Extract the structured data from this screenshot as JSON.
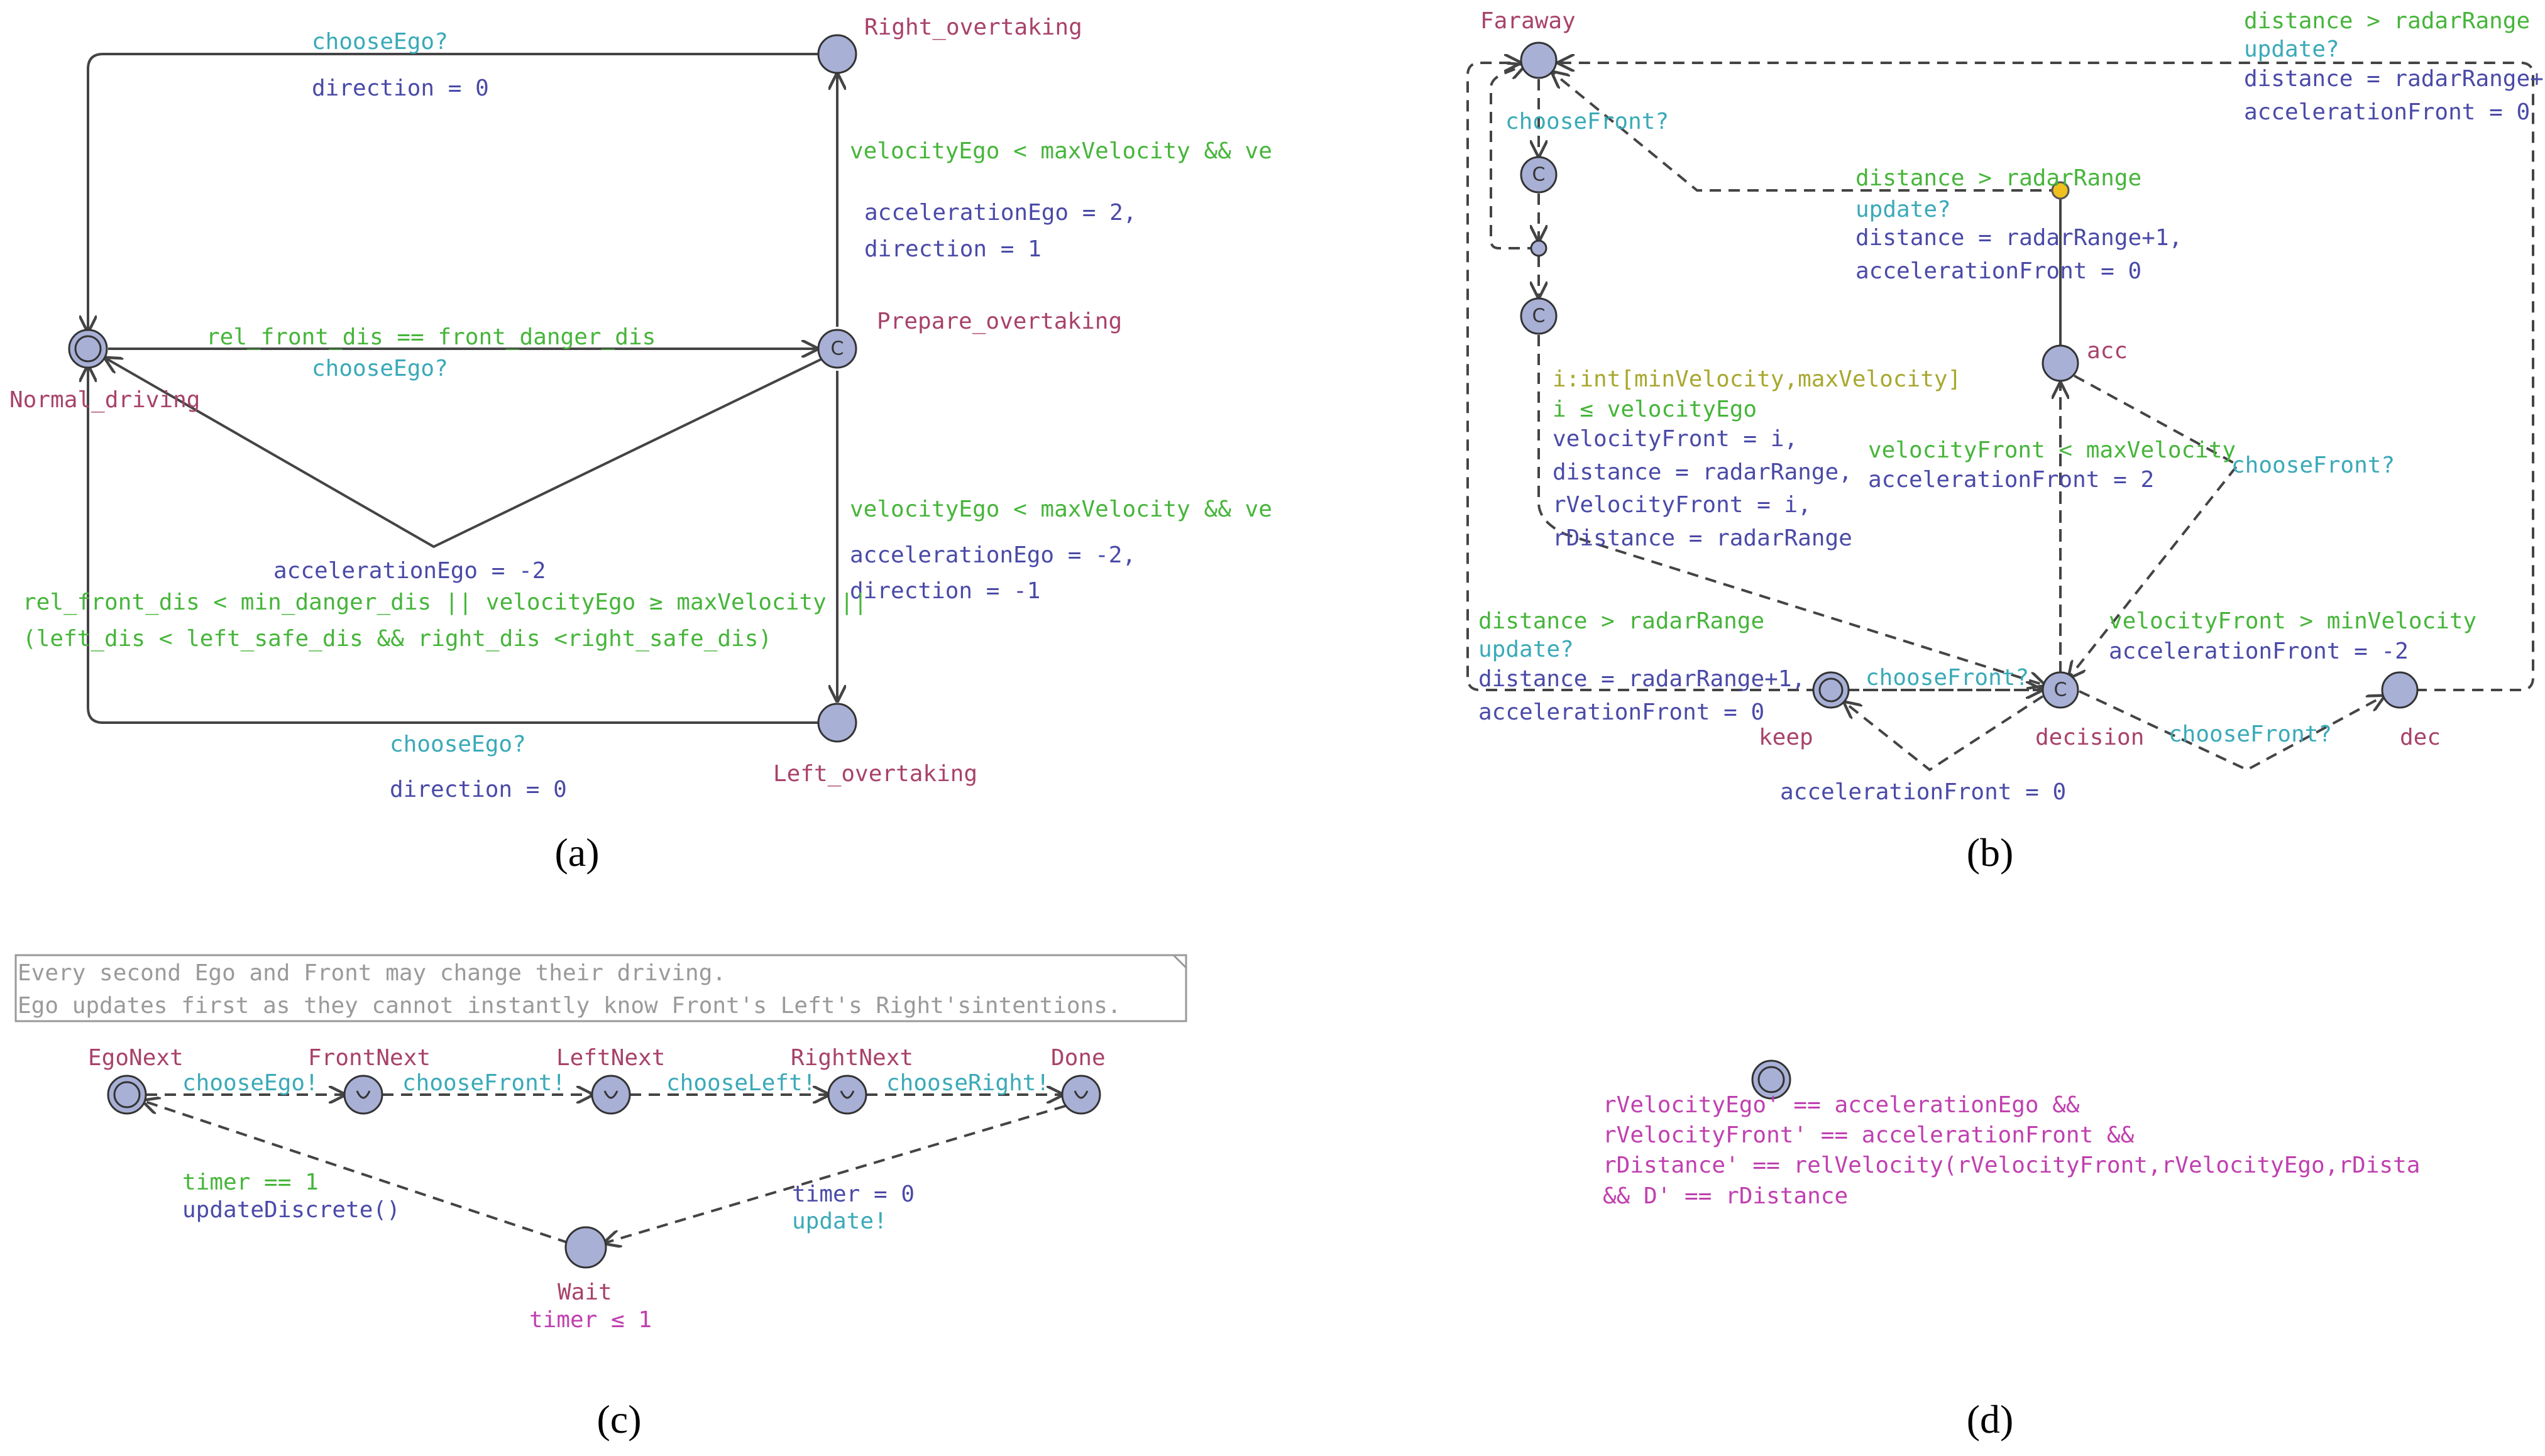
{
  "panel_a": {
    "caption": "(a)",
    "locations": {
      "right_overtaking": "Right_overtaking",
      "prepare_overtaking": "Prepare_overtaking",
      "normal_driving": "Normal_driving",
      "left_overtaking": "Left_overtaking"
    },
    "edges": {
      "top_sync": "chooseEgo?",
      "top_update": "direction = 0",
      "right_upper_guard": "velocityEgo < maxVelocity && ve",
      "right_upper_update1": "accelerationEgo = 2,",
      "right_upper_update2": "direction = 1",
      "middle_guard": "rel_front_dis == front_danger_dis",
      "middle_sync": "chooseEgo?",
      "right_lower_guard": "velocityEgo < maxVelocity && ve",
      "right_lower_update1": "accelerationEgo = -2,",
      "right_lower_update2": "direction = -1",
      "back_update": "accelerationEgo = -2",
      "back_guard1": "rel_front_dis < min_danger_dis ||  velocityEgo ≥ maxVelocity ||",
      "back_guard2": "(left_dis < left_safe_dis  && right_dis <right_safe_dis)",
      "bottom_sync": "chooseEgo?",
      "bottom_update": "direction = 0"
    }
  },
  "panel_b": {
    "caption": "(b)",
    "locations": {
      "faraway": "Faraway",
      "acc": "acc",
      "keep": "keep",
      "decision": "decision",
      "dec": "dec"
    },
    "committed_mark": "C",
    "edges": {
      "choose_front_top": "chooseFront?",
      "tr_guard": "distance > radarRange",
      "tr_sync": "update?",
      "tr_update1": "distance = radarRange+1,",
      "tr_update2": "accelerationFront = 0",
      "mid_guard": "distance > radarRange",
      "mid_sync": "update?",
      "mid_update1": "distance = radarRange+1,",
      "mid_update2": "accelerationFront = 0",
      "select": "i:int[minVelocity,maxVelocity]",
      "init_guard": "i ≤ velocityEgo",
      "init_update1": "velocityFront = i,",
      "init_update2": "distance = radarRange,",
      "init_update3": "rVelocityFront = i,",
      "init_update4": "rDistance = radarRange",
      "acc_guard": "velocityFront < maxVelocity",
      "acc_update": "accelerationFront = 2",
      "acc_sync": "chooseFront?",
      "dec_guard": "velocityFront > minVelocity",
      "dec_update": "accelerationFront = -2",
      "left_guard": "distance > radarRange",
      "left_sync": "update?",
      "left_update1": "distance = radarRange+1,",
      "left_update2": "accelerationFront = 0",
      "keep_sync": "chooseFront?",
      "keep_update": "accelerationFront = 0",
      "dec_sync": "chooseFront?"
    }
  },
  "panel_c": {
    "caption": "(c)",
    "comment_line1": "Every second Ego and Front may change their driving.",
    "comment_line2": "Ego updates first as they cannot instantly know Front's Left's Right'sintentions.",
    "locations": {
      "ego_next": "EgoNext",
      "front_next": "FrontNext",
      "left_next": "LeftNext",
      "right_next": "RightNext",
      "done": "Done",
      "wait": "Wait"
    },
    "edges": {
      "s1": "chooseEgo!",
      "s2": "chooseFront!",
      "s3": "chooseLeft!",
      "s4": "chooseRight!",
      "back_guard": "timer == 1",
      "back_update": "updateDiscrete()",
      "done_update": "timer = 0",
      "done_sync": "update!"
    },
    "wait_invariant": "timer ≤ 1"
  },
  "panel_d": {
    "caption": "(d)",
    "line1": "rVelocityEgo' == accelerationEgo &&",
    "line2": "rVelocityFront' == accelerationFront &&",
    "line3": "rDistance' == relVelocity(rVelocityFront,rVelocityEgo,rDista",
    "line4": "&& D' == rDistance"
  },
  "colors": {
    "node_fill": "#a8b0d6",
    "guard_green": "#46b53a",
    "sync_cyan": "#3aaab8",
    "update_blue": "#4a4aa8",
    "location_name": "#a8426a",
    "invariant_pink": "#c040b0",
    "urgent_node": "#f0c020"
  }
}
